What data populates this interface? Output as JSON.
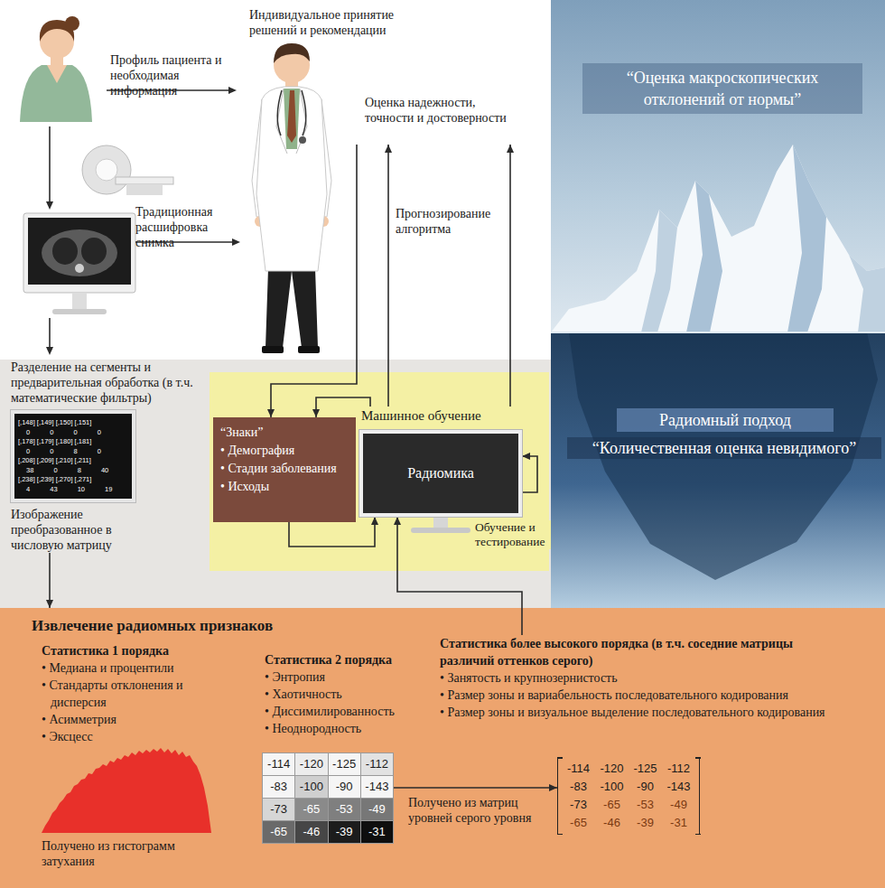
{
  "diagram": {
    "nodes": [
      {
        "text": [
          "Индивидуальное принятие решений и рекомендации",
          "Оценка надежности, точности и достоверности"
        ]
      },
      {
        "text": [
          "Разделение на сегменты и предварительная обработка (в т.ч. математические фильтры)",
          "[,148] [,149] [,150] [,151]",
          "0 0 0 0",
          "[,178] [,179] [,180] [,181]",
          "0 0 8 0",
          "[,208] [,209] [,210] [,211]",
          "38 0 8 40",
          "[,238] [,239] [,270] [,271]",
          "4 43 10 19",
          "Изображение преобразованное в числовую матрицу"
        ]
      },
      {
        "text": [
          "“Знаки”",
          "• Демография",
          "• Стадии заболевания",
          "• Исходы"
        ]
      },
      {
        "text": [
          "Машинное обучение",
          "Радиомика"
        ]
      },
      {
        "text": [
          "“Оценка макроскопических отклонений от нормы”"
        ]
      },
      {
        "text": [
          "Радиомный подход"
        ]
      },
      {
        "text": [
          "Извлечение радиомных признаков"
        ]
      },
      {
        "text": [
          "Статистика 1 порядка",
          "• Медиана и процентили",
          "• Стандарты отклонения и дисперсия",
          "• Асимметрия",
          "• Эксцесс",
          "Получено из гистограмм затухания"
        ],
        "in": 6
      },
      {
        "text": [
          "Статистика 2 порядка",
          "• Энтропия",
          "• Хаотичность",
          "• Диссимилированность",
          "• Неоднородность"
        ],
        "in": 6
      },
      {
        "text": [
          "Статистика более высокого порядка (в т.ч. соседние матрицы различий оттенков серого)",
          "• Занятость и крупнозернистость",
          "• Размер зоны и вариабельность последовательного кодирования",
          "• Размер зоны и визуальное выделение последовательного кодирования"
        ],
        "in": 6
      },
      {
        "text": [
          "-114",
          "-120",
          "-125",
          "-112",
          "-83",
          "-100",
          "-90",
          "-143",
          "-73",
          "-65",
          "-53",
          "-49",
          "-65",
          "-46",
          "-39",
          "-31"
        ],
        "in": 6
      },
      {
        "text": [
          "-114",
          "-120",
          "-125",
          "-112",
          "-83",
          "-100",
          "-90",
          "-143",
          "-73",
          "-65",
          "-53",
          "-49",
          "-65",
          "-46",
          "-39",
          "-31"
        ],
        "in": 6
      }
    ],
    "edges": [
      {
        "from": 0,
        "to": 2,
        "arrow": "to"
      },
      {
        "from": 3,
        "to": 0,
        "label": "Прогнозирование алгоритма",
        "arrow": "to"
      },
      {
        "from": 3,
        "to": 0,
        "arrow": "to"
      },
      {
        "from": 3,
        "to": 2,
        "arrow": "to"
      },
      {
        "from": 2,
        "to": 3,
        "arrow": "to"
      },
      {
        "from": 3,
        "to": 3,
        "label": "Обучение и тестирование",
        "arrow": "to"
      },
      {
        "from": 9,
        "to": 3,
        "arrow": "to"
      },
      {
        "from": 1,
        "to": 6,
        "arrow": "to"
      },
      {
        "from": 10,
        "to": 11,
        "label": "Получено из матриц уровней серого уровня",
        "arrow": "to"
      }
    ],
    "labels": [
      "Профиль пациента и необходимая информация",
      "Традиционная расшифровка снимка",
      "“Количественная оценка невидимого”"
    ]
  }
}
